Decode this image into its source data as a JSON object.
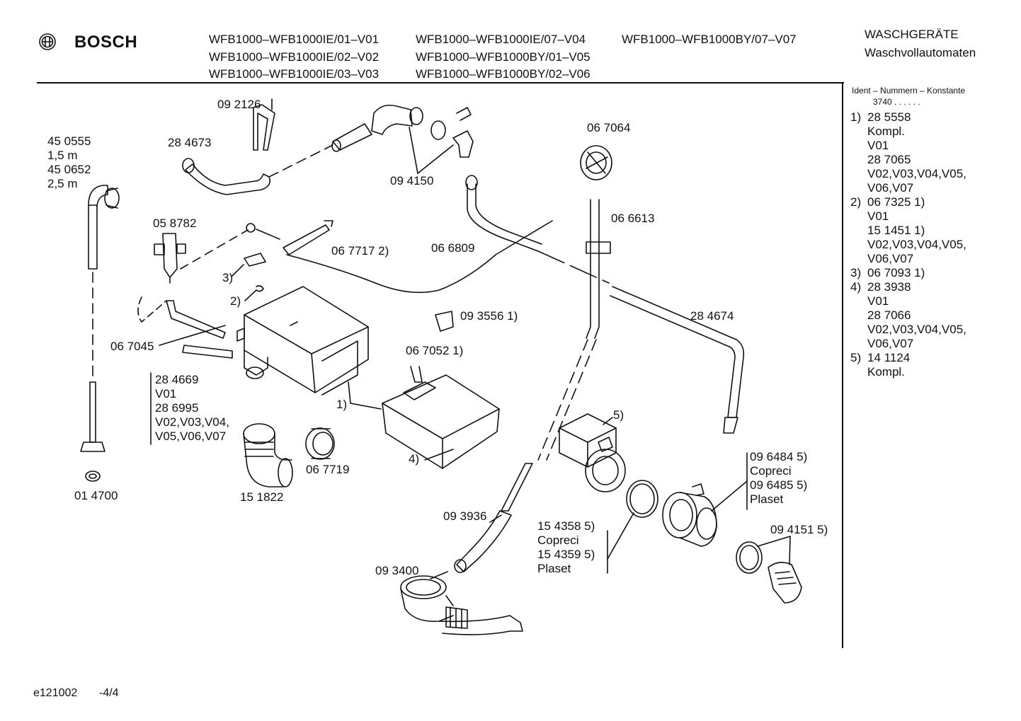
{
  "header": {
    "brand": "BOSCH",
    "models": [
      [
        "WFB1000–WFB1000IE/01–V01",
        "WFB1000–WFB1000IE/02–V02",
        "WFB1000–WFB1000IE/03–V03"
      ],
      [
        "WFB1000–WFB1000IE/07–V04",
        "WFB1000–WFB1000BY/01–V05",
        "WFB1000–WFB1000BY/02–V06"
      ],
      [
        "WFB1000–WFB1000BY/07–V07"
      ]
    ],
    "category": "WASCHGERÄTE",
    "subcategory": "Waschvollautomaten"
  },
  "sidebar": {
    "ident_title": "Ident – Nummern – Konstante",
    "ident_const": "3740  .  .    .  .  .  .",
    "notes": [
      {
        "num": "1)",
        "text": "28 5558"
      },
      {
        "num": "",
        "text": "Kompl."
      },
      {
        "num": "",
        "text": "V01"
      },
      {
        "num": "",
        "text": "28 7065"
      },
      {
        "num": "",
        "text": "V02,V03,V04,V05,"
      },
      {
        "num": "",
        "text": "V06,V07"
      },
      {
        "num": "2)",
        "text": "06 7325 1)"
      },
      {
        "num": "",
        "text": "V01"
      },
      {
        "num": "",
        "text": "15 1451 1)"
      },
      {
        "num": "",
        "text": "V02,V03,V04,V05,"
      },
      {
        "num": "",
        "text": "V06,V07"
      },
      {
        "num": "3)",
        "text": "06 7093 1)"
      },
      {
        "num": "4)",
        "text": "28 3938"
      },
      {
        "num": "",
        "text": "V01"
      },
      {
        "num": "",
        "text": "28 7066"
      },
      {
        "num": "",
        "text": "V02,V03,V04,V05,"
      },
      {
        "num": "",
        "text": "V06,V07"
      },
      {
        "num": "5)",
        "text": "14 1124"
      },
      {
        "num": "",
        "text": "Kompl."
      }
    ]
  },
  "parts": {
    "p092126": "09 2126",
    "p284673": "28 4673",
    "p094150": "09 4150",
    "p067064": "06 7064",
    "p066613": "06 6613",
    "p058782": "05 8782",
    "p0677172": "06 7717 2)",
    "p066809": "06 6809",
    "ref3": "3)",
    "ref2": "2)",
    "p0935561": "09 3556 1)",
    "p284674": "28 4674",
    "p067045": "06 7045",
    "p0670521": "06 7052 1)",
    "ref1": "1)",
    "ref4": "4)",
    "ref5": "5)",
    "p067719": "06 7719",
    "p151822": "15 1822",
    "p014700": "01 4700",
    "p093936": "09 3936",
    "p093400": "09 3400",
    "p0941515": "09 4151 5)",
    "hose_left": [
      "45 0555",
      "1,5 m",
      "45 0652",
      "2,5 m"
    ],
    "hose_284669": [
      "28 4669",
      "V01",
      "28 6995",
      "V02,V03,V04,",
      "V05,V06,V07"
    ],
    "pump_096484": [
      "09 6484 5)",
      "Copreci",
      "09 6485 5)",
      "Plaset"
    ],
    "seal_154358": [
      "15 4358 5)",
      "Copreci",
      "15 4359 5)",
      "Plaset"
    ]
  },
  "footer": {
    "code": "e121002",
    "page": "-4/4"
  }
}
